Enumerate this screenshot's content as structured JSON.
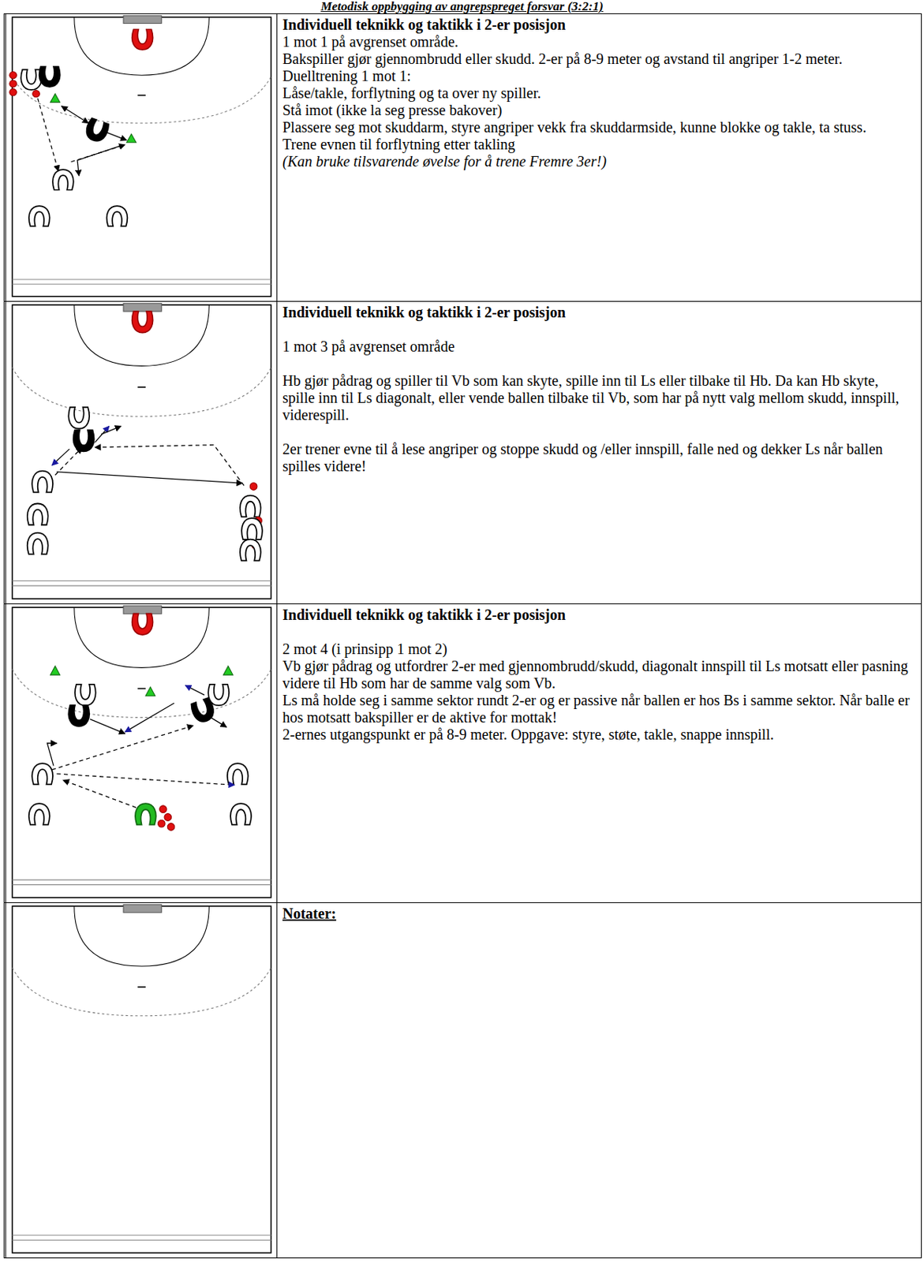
{
  "diagram": {
    "title": "Metodisk oppbygging av angrepspreget forsvar (3:2:1)",
    "labels": [
      "Individuell teknikk og taktikk i 2-er posisjon",
      "1 mot 1 på avgrenset område.",
      "Bakspiller gjør gjennombrudd eller skudd. 2-er på 8-9 meter og avstand til angriper 1-2 meter.",
      "Duelltrening 1 mot 1:",
      "Låse/takle, forflytning og ta over ny spiller.",
      "Stå imot (ikke la seg presse bakover)",
      "Plassere seg mot skuddarm, styre angriper vekk fra skuddarmside, kunne blokke og takle, ta stuss.",
      "Trene evnen til forflytning etter takling",
      "(Kan bruke tilsvarende øvelse for å trene Fremre 3er!)",
      "Individuell teknikk og taktikk i 2-er posisjon",
      "1 mot 3 på avgrenset område",
      "Hb gjør pådrag og spiller til Vb som kan skyte, spille inn til Ls eller tilbake til Hb. Da kan Hb skyte, spille inn til Ls diagonalt, eller vende ballen tilbake til Vb, som har på nytt valg mellom skudd, innspill, viderespill.",
      "2er trener evne til å lese angriper og stoppe skudd og /eller innspill, falle ned og dekker Ls når ballen spilles videre!",
      "Individuell teknikk og taktikk i 2-er posisjon",
      "2 mot 4 (i prinsipp 1 mot 2)",
      "Vb gjør pådrag og utfordrer 2-er med gjennombrudd/skudd, diagonalt innspill til Ls motsatt eller pasning videre til Hb som har de samme valg som Vb.",
      "Ls må holde seg i samme sektor rundt 2-er og er passive når ballen er hos Bs i samme sektor. Når balle er hos motsatt bakspiller er de aktive for mottak!",
      "2-ernes utgangspunkt er på 8-9 meter. Oppgave: styre, støte, takle, snappe innspill.",
      "Notater:"
    ]
  }
}
